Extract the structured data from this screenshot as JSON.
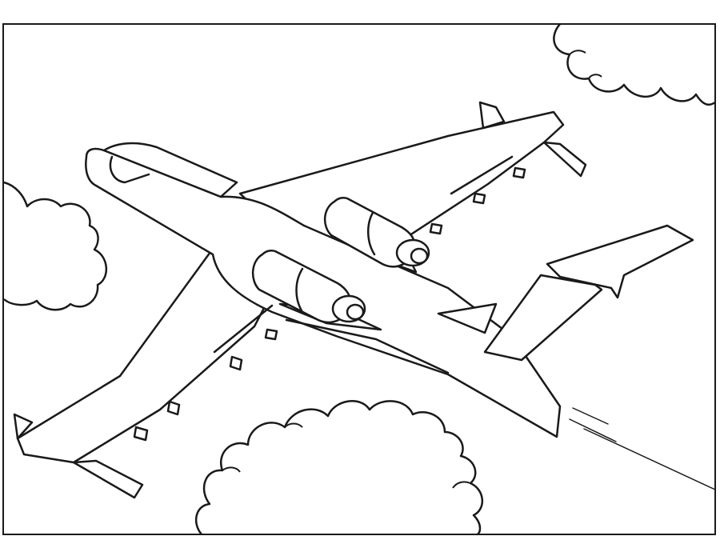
{
  "page": {
    "background_color": "#ffffff",
    "line_color": "#1a1a1a"
  },
  "illustration": {
    "subject": "airplane-in-clouds",
    "elements": [
      "frame",
      "cloud-left",
      "cloud-top-right",
      "cloud-bottom",
      "airplane",
      "speed-lines"
    ]
  }
}
